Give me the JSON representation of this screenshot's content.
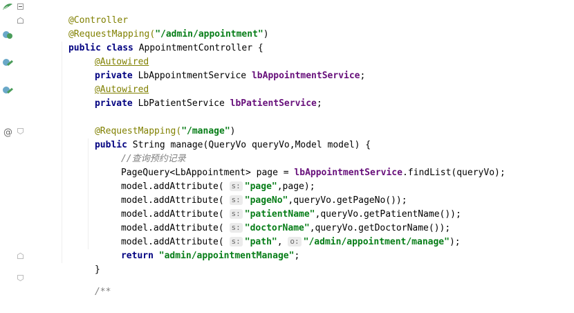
{
  "code_lines": [
    {
      "a": "@Controller"
    },
    {
      "a": "@RequestMapping(",
      "s": "\"/admin/appointment\"",
      "e": ")"
    },
    {
      "k": "public class ",
      "t": "AppointmentController {"
    },
    {
      "a": "@Autowired"
    },
    {
      "k": "private ",
      "t": "LbAppointmentService ",
      "f": "lbAppointmentService",
      ";": ";"
    },
    {
      "a": "@Autowired"
    },
    {
      "k": "private ",
      "t": "LbPatientService ",
      "f": "lbPatientService",
      ";": ";"
    },
    {},
    {
      "a": "@RequestMapping(",
      "s": "\"/manage\"",
      "e": ")"
    },
    {
      "k": "public ",
      "t": "String manage(QueryVo queryVo,Model model) {"
    },
    {
      "c": "//查询预约记录"
    },
    {
      "t": "PageQuery<LbAppointment> page = ",
      "f": "lbAppointmentService",
      "t2": ".findList(queryVo);"
    },
    {
      "t": "model.addAttribute( ",
      "h": "s:",
      "s": "\"page\"",
      "t2": ",page);"
    },
    {
      "t": "model.addAttribute( ",
      "h": "s:",
      "s": "\"pageNo\"",
      "t2": ",queryVo.getPageNo());"
    },
    {
      "t": "model.addAttribute( ",
      "h": "s:",
      "s": "\"patientName\"",
      "t2": ",queryVo.getPatientName());"
    },
    {
      "t": "model.addAttribute( ",
      "h": "s:",
      "s": "\"doctorName\"",
      "t2": ",queryVo.getDoctorName());"
    },
    {
      "t": "model.addAttribute( ",
      "h": "s:",
      "s": "\"path\"",
      "t2": ", ",
      "h2": "o:",
      "s2": "\"/admin/appointment/manage\"",
      "t3": ");"
    },
    {
      "k": "return ",
      "s": "\"admin/appointmentManage\"",
      "t2": ";"
    },
    {
      "t": "}"
    },
    {},
    {
      "c": "/**"
    }
  ],
  "gutter_icons": [
    "bean-icon",
    "bean-icon",
    "bean-icon",
    "bean-icon",
    "at-sign-icon"
  ],
  "colors": {
    "annotation": "#808000",
    "string": "#067d17",
    "keyword": "#000080",
    "field": "#660e7a",
    "comment": "#808080"
  }
}
